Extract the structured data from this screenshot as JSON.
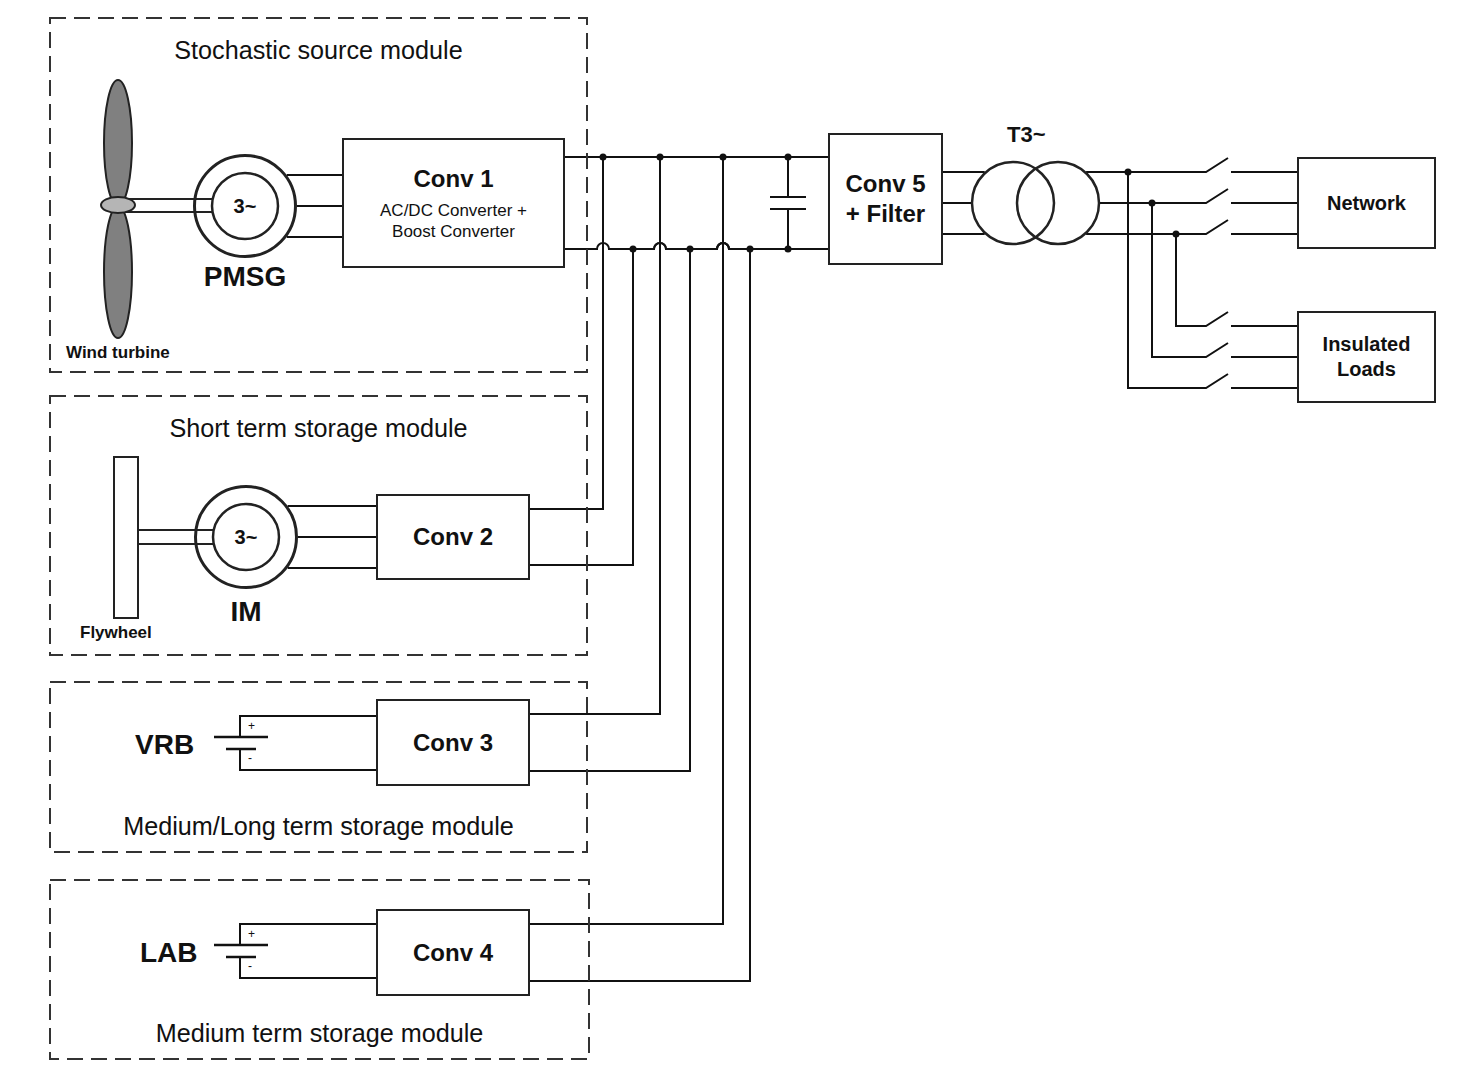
{
  "diagram": {
    "nodes": [
      {
        "text": [
          "Stochastic source module"
        ]
      },
      {
        "text": [
          "3~",
          "PMSG"
        ],
        "in": 0
      },
      {
        "text": [
          "Conv 1",
          "AC/DC Converter + Boost Converter"
        ],
        "in": 0
      },
      {
        "text": [
          "Short term storage module"
        ]
      },
      {
        "text": [
          "3~",
          "IM"
        ],
        "in": 3
      },
      {
        "text": [
          "Conv 2"
        ],
        "in": 3
      },
      {
        "text": [
          "Medium/Long term storage module"
        ]
      },
      {
        "text": [
          "Conv 3"
        ],
        "in": 6
      },
      {
        "text": [
          "Medium term storage module"
        ]
      },
      {
        "text": [
          "Conv 4"
        ],
        "in": 8
      },
      {
        "text": [
          "Conv 5 + Filter"
        ]
      },
      {
        "text": [
          "T3~"
        ]
      },
      {
        "text": [
          "Network"
        ]
      },
      {
        "text": [
          "Insulated Loads"
        ]
      }
    ],
    "edges": [
      {
        "from": 1,
        "to": 2,
        "arrow": "none"
      },
      {
        "from": 2,
        "to": 10,
        "arrow": "none"
      },
      {
        "from": 4,
        "to": 5,
        "arrow": "none"
      },
      {
        "from": 5,
        "to": 10,
        "arrow": "none"
      },
      {
        "from": 7,
        "to": 10,
        "arrow": "none"
      },
      {
        "from": 9,
        "to": 10,
        "arrow": "none"
      },
      {
        "from": 10,
        "to": 11,
        "arrow": "none"
      },
      {
        "from": 11,
        "to": 12,
        "arrow": "none"
      },
      {
        "from": 11,
        "to": 13,
        "arrow": "none"
      }
    ],
    "labels": [
      "Wind turbine",
      "Flywheel",
      "VRB",
      "+",
      "-",
      "LAB",
      "+",
      "-"
    ]
  }
}
